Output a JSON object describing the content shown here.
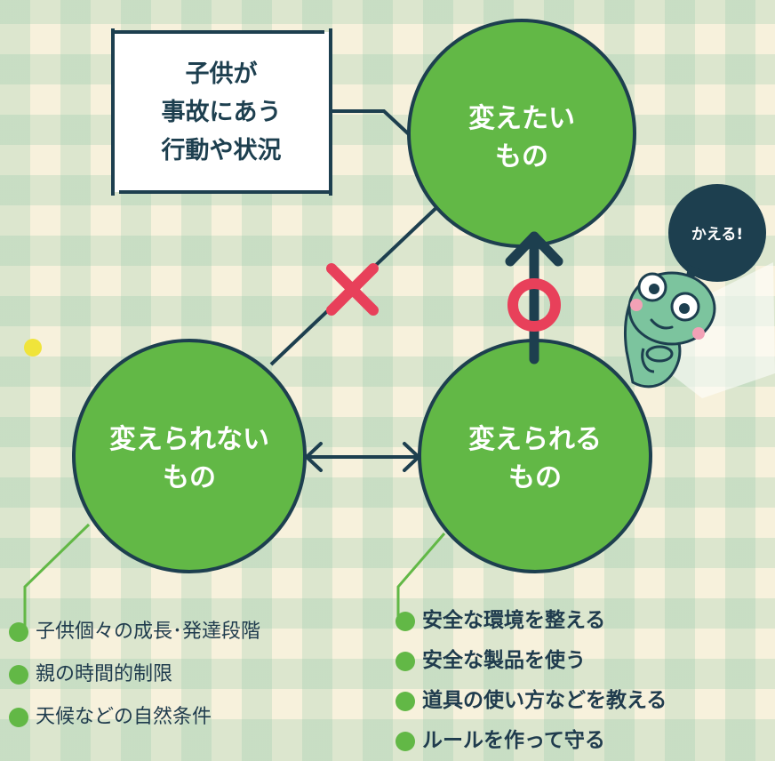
{
  "note_box": {
    "lines": [
      "子供が",
      "事故にあう",
      "行動や状況"
    ]
  },
  "circles": {
    "top": {
      "lines": [
        "変えたい",
        "もの"
      ]
    },
    "left": {
      "lines": [
        "変えられない",
        "もの"
      ]
    },
    "right": {
      "lines": [
        "変えられる",
        "もの"
      ]
    }
  },
  "marks": {
    "cross": "×",
    "circle": "○"
  },
  "speech_bubble": {
    "text": "かえる!"
  },
  "left_list": [
    "子供個々の成長･発達段階",
    "親の時間的制限",
    "天候などの自然条件"
  ],
  "right_list": [
    "安全な環境を整える",
    "安全な製品を使う",
    "道具の使い方などを教える",
    "ルールを作って守る"
  ],
  "colors": {
    "circle_fill": "#62b846",
    "circle_stroke": "#1d3f4f",
    "line": "#1d3f4f",
    "cross": "#e8405a",
    "ring": "#e8405a",
    "bullet": "#62b846",
    "branch_line": "#62b846"
  },
  "icons": {
    "character": "frog-mascot-icon"
  }
}
